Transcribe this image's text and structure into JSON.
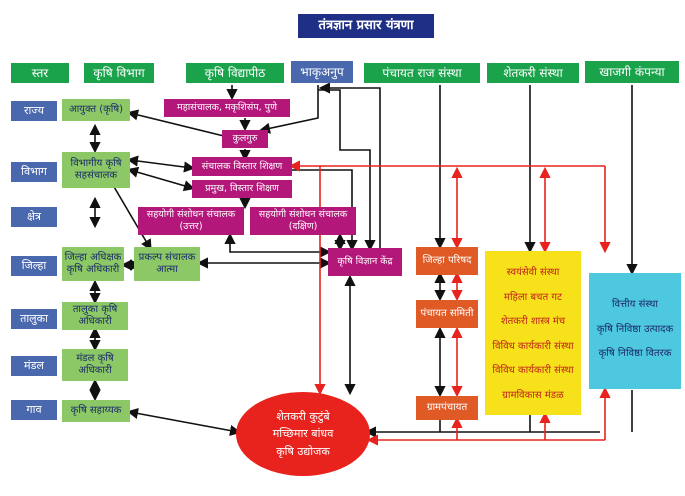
{
  "title": "तंत्रज्ञान प्रसार यंत्रणा",
  "headers": {
    "level": "स्तर",
    "agri_dept": "कृषि विभाग",
    "agri_univ": "कृषि विद्यापीठ",
    "icar": "भाकृअनुप",
    "panchayat": "पंचायत राज संस्था",
    "farmer_org": "शेतकरी संस्था",
    "private": "खाजगी कंपन्या"
  },
  "levels": [
    "राज्य",
    "विभाग",
    "क्षेत्र",
    "जिल्हा",
    "तालुका",
    "मंडल",
    "गाव"
  ],
  "dept": {
    "state": "आयुक्त (कृषि)",
    "division": "विभागीय कृषि सहसंचालक",
    "district": "जिल्हा अधिक्षक कृषि अधिकारी",
    "atma": "प्रकल्प संचालक आत्मा",
    "taluka": "तालुका कृषि अधिकारी",
    "mandal": "मंडल कृषि अधिकारी",
    "village": "कृषि सहाय्यक"
  },
  "univ": {
    "dg": "महासंचालक, मकृशिसंप, पुणे",
    "vc": "कुलगुरु",
    "dee": "संचालक विस्तार शिक्षण",
    "head": "प्रमुख, विस्तार शिक्षण",
    "adr_north": "सहयोगी संशोधन संचालक (उत्तर)",
    "adr_south": "सहयोगी संशोधन संचालक (दक्षिण)"
  },
  "kvk": "कृषि विज्ञान केंद्र",
  "panchayat": {
    "zp": "जिल्हा परिषद",
    "ps": "पंचायत समिती",
    "gp": "ग्रामपंचायत"
  },
  "farmer_orgs": [
    "स्वयंसेवी संस्था",
    "महिला बचत गट",
    "शेतकरी शास्त्र मंच",
    "विविध कार्यकारी संस्था",
    "विविध कार्यकारी संस्था",
    "ग्रामविकास मंडळ"
  ],
  "private_orgs": [
    "वित्तीय संस्था",
    "कृषि निविष्ठा उत्पादक",
    "कृषि निविष्ठा वितरक"
  ],
  "farmers": [
    "शेतकरी कुटुंबे",
    "मच्छिमार बांधव",
    "कृषि उद्योजक"
  ],
  "colors": {
    "title": "#1f2f86",
    "header": "#1aa34a",
    "level": "#4a68ad",
    "dept": "#8cc865",
    "univ": "#b4177a",
    "panchayat": "#e05a26",
    "farmer_org": "#f6e11a",
    "private": "#4ec8df",
    "farmer": "#e8231d"
  }
}
